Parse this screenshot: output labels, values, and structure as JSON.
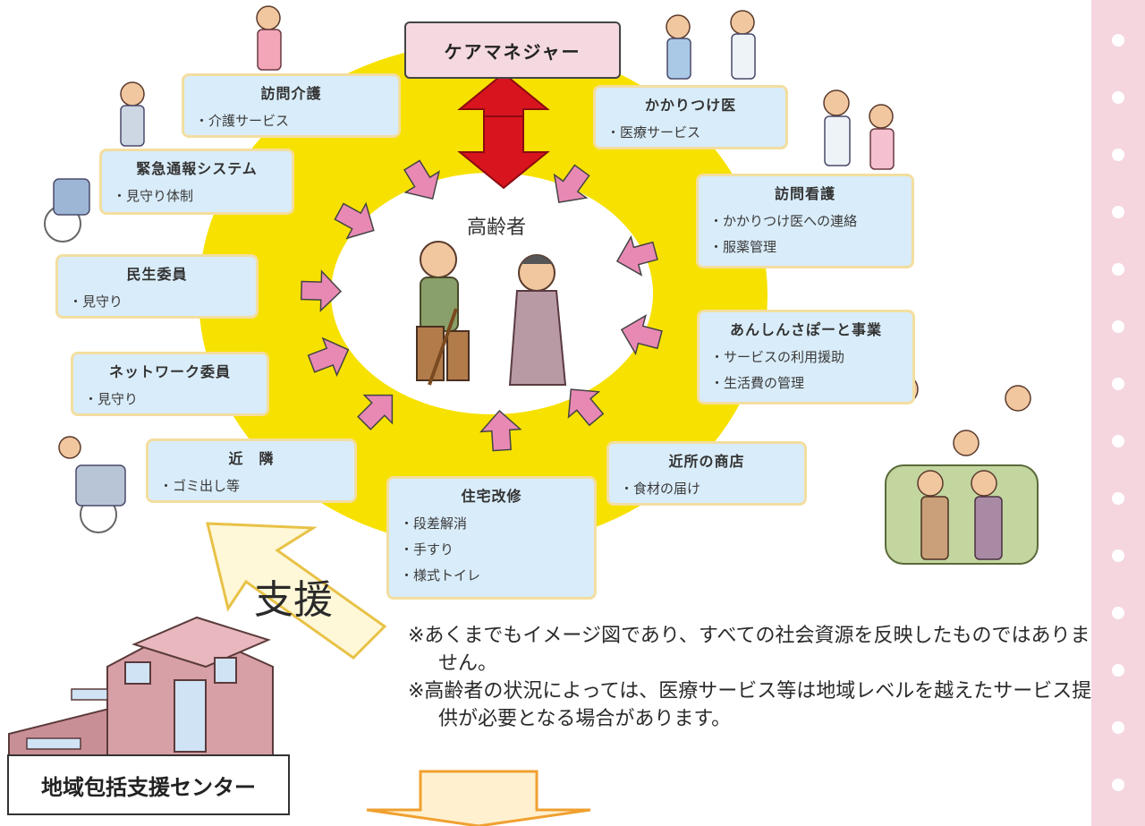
{
  "diagram": {
    "center_label": "高齢者",
    "care_manager": "ケアマネジャー",
    "support_label": "支援",
    "center_name": "地域包括支援センター",
    "nodes": [
      {
        "id": "houmon-kaigo",
        "title": "訪問介護",
        "items": [
          "・介護サービス"
        ]
      },
      {
        "id": "kinkyu",
        "title": "緊急通報システム",
        "items": [
          "・見守り体制"
        ]
      },
      {
        "id": "minsei",
        "title": "民生委員",
        "items": [
          "・見守り"
        ]
      },
      {
        "id": "network",
        "title": "ネットワーク委員",
        "items": [
          "・見守り"
        ]
      },
      {
        "id": "kinrin",
        "title": "近　隣",
        "items": [
          "・ゴミ出し等"
        ]
      },
      {
        "id": "jutaku",
        "title": "住宅改修",
        "items": [
          "・段差解消",
          "・手すり",
          "・様式トイレ"
        ]
      },
      {
        "id": "shouten",
        "title": "近所の商店",
        "items": [
          "・食材の届け"
        ]
      },
      {
        "id": "anshin",
        "title": "あんしんさぽーと事業",
        "items": [
          "・サービスの利用援助",
          "・生活費の管理"
        ]
      },
      {
        "id": "houmon-kango",
        "title": "訪問看護",
        "items": [
          "・かかりつけ医への連絡",
          "・服薬管理"
        ]
      },
      {
        "id": "kakaritsuke",
        "title": "かかりつけ医",
        "items": [
          "・医療サービス"
        ]
      }
    ],
    "notes": [
      "※あくまでもイメージ図であり、すべての社会資源を反映したものではありません。",
      "※高齢者の状況によっては、医療サービス等は地域レベルを越えたサービス提供が必要となる場合があります。"
    ]
  },
  "colors": {
    "ring": "#f7e100",
    "center": "#ffffff",
    "box_fill": "#d9ecf9",
    "box_border": "#f3dea0",
    "arrow": "#e889b4",
    "double_arrow": "#d8141e",
    "care_manager_fill": "#f5d9e0",
    "strip": "#f5d6df"
  }
}
